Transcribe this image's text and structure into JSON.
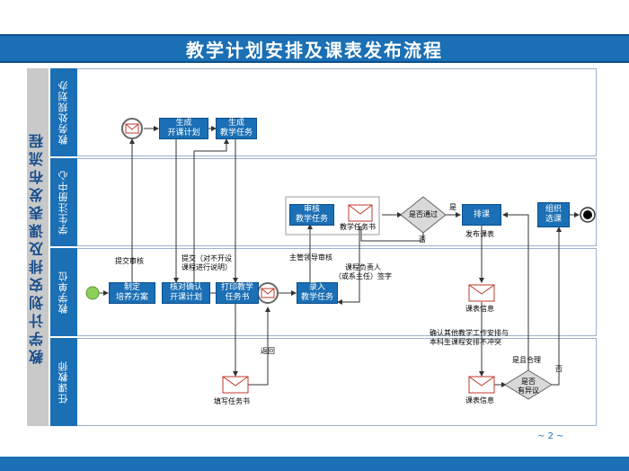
{
  "title": "教学计划安排及课表发布流程",
  "sidebar_title": "教学计划安排及课表发布流程",
  "lanes": [
    {
      "label": "教务处规划办"
    },
    {
      "label": "学生注册中心"
    },
    {
      "label": "教学单位"
    },
    {
      "label": "任课教师"
    }
  ],
  "nodes": {
    "gen_plan": "生成\n开课计划",
    "gen_task": "生成\n教学任务",
    "review": "审核\n教学任务",
    "is_pass": "是否通过",
    "schedule": "排课",
    "organize": "组织\n选课",
    "make_plan": "制定\n培养方案",
    "verify": "核对确认\n开课计划",
    "print": "打印教学\n任务书",
    "enter": "录入\n教学任务",
    "has_objection": "是否\n有异议"
  },
  "labels": {
    "submit_review": "提交审核",
    "submit_explain": "提交（对不开设\n课程进行说明）",
    "leader_review": "主管领导审核",
    "course_owner": "课程负责人\n（或系主任）签字",
    "task_book": "教学任务书",
    "yes_pass": "是",
    "no_pass": "否",
    "publish": "发布课表",
    "schedule_info_1": "课表信息",
    "confirm_text": "确认其他教学工作安排与\n本科生课程安排不冲突",
    "reasonable": "是且合理",
    "return": "返回",
    "fill_task": "填写任务书",
    "schedule_info_2": "课表信息",
    "no_objection": "否"
  },
  "page_number": "2",
  "colors": {
    "primary": "#1a6fb5",
    "dark": "#0d4f8c",
    "sidebar": "#c9c9c9",
    "start": "#8ccf5a"
  }
}
